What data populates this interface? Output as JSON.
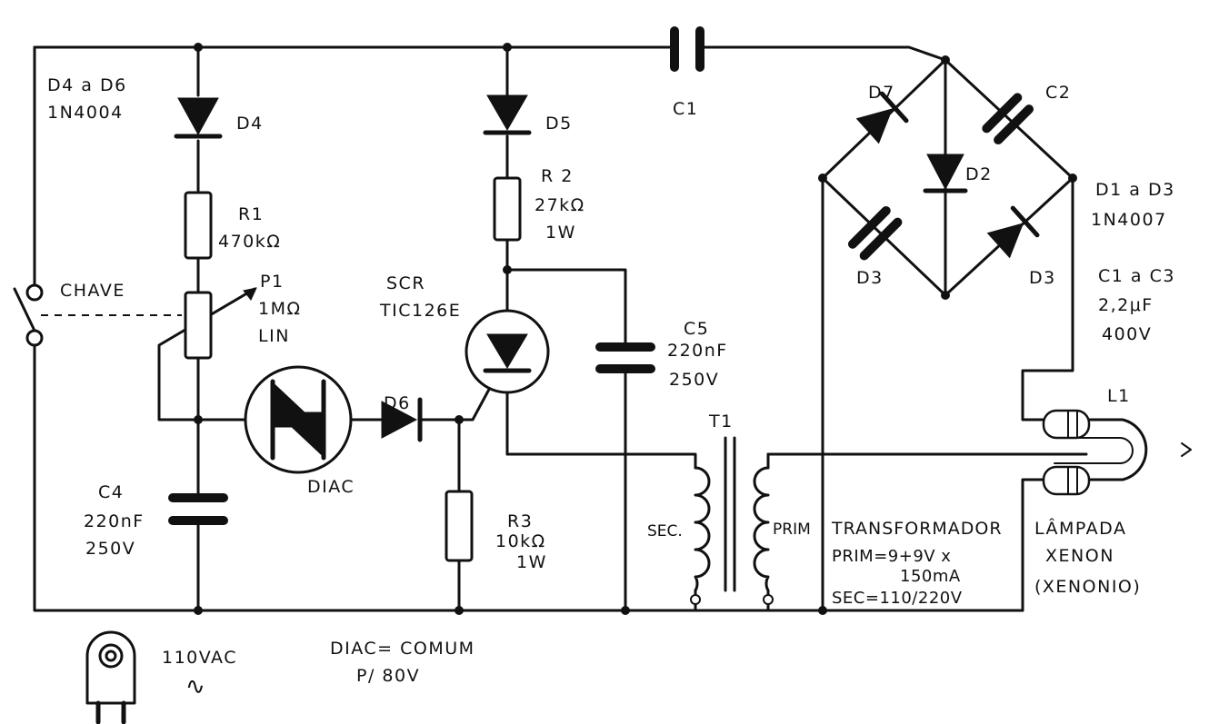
{
  "labels": {
    "d4_d6_range": "D4 a D6",
    "d4_d6_part": "1N4004",
    "d4": "D4",
    "d5": "D5",
    "d6": "D6",
    "c1": "C1",
    "c2": "C2",
    "d7": "D7",
    "d2": "D2",
    "d3_left": "D3",
    "d3_right": "D3",
    "d1_d3_range": "D1 a D3",
    "d1_d3_part": "1N4007",
    "c1_c3_range": "C1 a C3",
    "c1_c3_value": "2,2μF",
    "c1_c3_voltage": "400V",
    "r1": "R1",
    "r1_value": "470kΩ",
    "r2": "R 2",
    "r2_value": "27kΩ",
    "r2_power": "1W",
    "r3": "R3",
    "r3_value": "10kΩ",
    "r3_power": "1W",
    "p1": "P1",
    "p1_value": "1MΩ",
    "p1_type": "LIN",
    "chave": "CHAVE",
    "scr": "SCR",
    "scr_part": "TIC126E",
    "c5": "C5",
    "c5_value": "220nF",
    "c5_voltage": "250V",
    "c4": "C4",
    "c4_value": "220nF",
    "c4_voltage": "250V",
    "diac": "DIAC",
    "diac_note_1": "DIAC= COMUM",
    "diac_note_2": "P/ 80V",
    "t1": "T1",
    "sec": "SEC.",
    "prim": "PRIM",
    "transformador": "TRANSFORMADOR",
    "transf_prim": "PRIM=9+9V x",
    "transf_current": "150mA",
    "transf_sec": "SEC=110/220V",
    "l1": "L1",
    "lampada": "LÂMPADA",
    "xenon": "XENON",
    "xenonio": "(XENONIO)",
    "supply": "110VAC",
    "ac_symbol": "∿"
  }
}
